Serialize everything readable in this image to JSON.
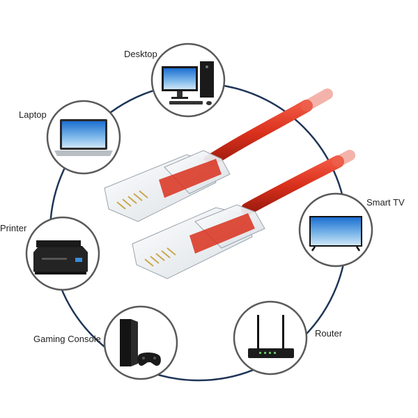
{
  "devices": [
    {
      "id": "desktop",
      "label": "Desktop",
      "icon": "desktop-icon"
    },
    {
      "id": "laptop",
      "label": "Laptop",
      "icon": "laptop-icon"
    },
    {
      "id": "printer",
      "label": "Printer",
      "icon": "printer-icon"
    },
    {
      "id": "gaming-console",
      "label": "Gaming Console",
      "icon": "gaming-console-icon"
    },
    {
      "id": "router",
      "label": "Router",
      "icon": "router-icon"
    },
    {
      "id": "smart-tv",
      "label": "Smart TV",
      "icon": "smart-tv-icon"
    }
  ],
  "product": {
    "icon": "ethernet-cable-icon",
    "cable_color": "#d9301c"
  },
  "colors": {
    "ring": "#1f3557",
    "circle_border": "#5a5a5a"
  }
}
